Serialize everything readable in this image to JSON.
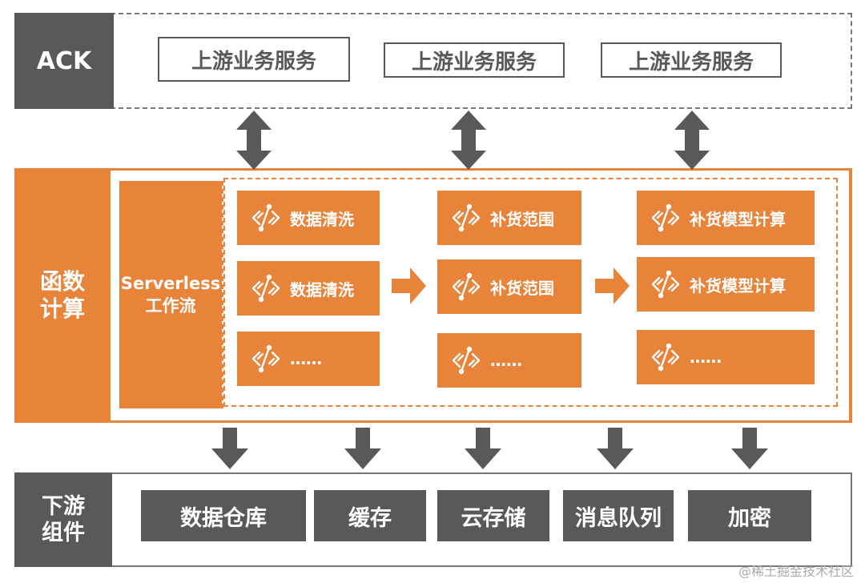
{
  "ack": {
    "label": "ACK",
    "services": [
      "上游业务服务",
      "上游业务服务",
      "上游业务服务"
    ]
  },
  "fc": {
    "label_line1": "函数",
    "label_line2": "计算",
    "workflow_line1": "Serverless",
    "workflow_line2": "工作流",
    "columns": [
      {
        "tasks": [
          "数据清洗",
          "数据清洗",
          "……"
        ]
      },
      {
        "tasks": [
          "补货范围",
          "补货范围",
          "……"
        ]
      },
      {
        "tasks": [
          "补货模型计算",
          "补货模型计算",
          "……"
        ]
      }
    ]
  },
  "downstream": {
    "label_line1": "下游",
    "label_line2": "组件",
    "components": [
      "数据仓库",
      "缓存",
      "云存储",
      "消息队列",
      "加密"
    ]
  },
  "watermark": "@稀土掘金技术社区",
  "colors": {
    "orange": "#e8833a",
    "dark": "#595959"
  }
}
